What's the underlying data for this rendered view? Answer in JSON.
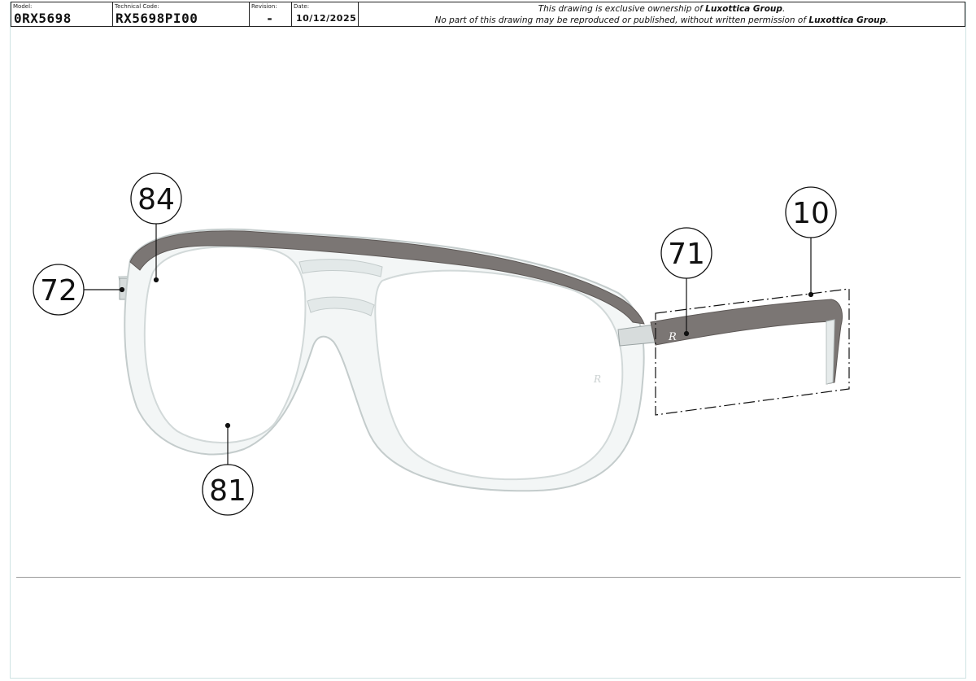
{
  "title_block": {
    "model": {
      "label": "Model:",
      "value": "0RX5698"
    },
    "technical_code": {
      "label": "Technical Code:",
      "value": "RX5698PI00"
    },
    "revision": {
      "label": "Revision:",
      "value": "-"
    },
    "date": {
      "label": "Date:",
      "value": "10/12/2025"
    },
    "notice": {
      "line1_pre": "This drawing is exclusive ownership of ",
      "line1_bold": "Luxottica Group",
      "line1_post": ".",
      "line2_pre": "No part of this drawing may be reproduced or published, without written permission of ",
      "line2_bold": "Luxottica Group",
      "line2_post": "."
    }
  },
  "callouts": [
    {
      "id": "84",
      "label": "84"
    },
    {
      "id": "72",
      "label": "72"
    },
    {
      "id": "71",
      "label": "71"
    },
    {
      "id": "10",
      "label": "10"
    },
    {
      "id": "81",
      "label": "81"
    }
  ],
  "colors": {
    "frame_clear": "#e8eded",
    "frame_edge": "#c9d0d0",
    "temple_grey": "#7b7674",
    "temple_dark": "#5e5957",
    "line": "#111111"
  }
}
